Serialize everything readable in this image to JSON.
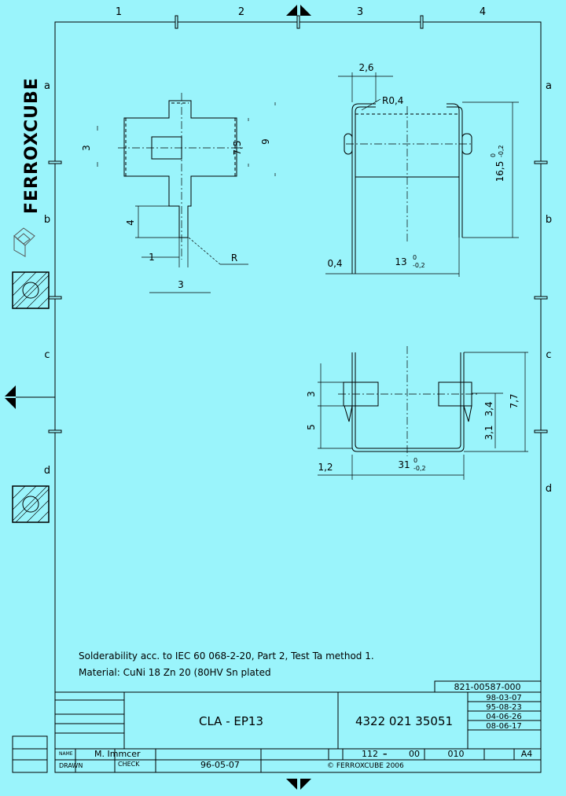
{
  "column_labels": [
    "1",
    "2",
    "3",
    "4"
  ],
  "row_labels": [
    "a",
    "b",
    "c",
    "d"
  ],
  "brand": {
    "name": "FERROXCUBE"
  },
  "top_view": {
    "dim_3_left": "3",
    "dim_7_5": "7,5",
    "dim_9": "9",
    "dim_4": "4",
    "dim_1": "1",
    "dim_3_bottom": "3",
    "radius_R": "R"
  },
  "side_view": {
    "dim_2_6": "2,6",
    "radius_r": "R0,4",
    "dim_16_height": "16,5",
    "dim_16_tol_upper": "0",
    "dim_16_tol_lower": "-0,2",
    "dim_0_4": "0,4",
    "dim_13": "13",
    "dim_13_tol_upper": "0",
    "dim_13_tol_lower": "-0,2"
  },
  "section_view": {
    "dim_3": "3",
    "dim_5": "5",
    "dim_3_4": "3,4",
    "dim_3_1": "3,1",
    "dim_7_7": "7,7",
    "dim_1_2": "1,2",
    "dim_31": "31",
    "dim_31_tol_upper": "0",
    "dim_31_tol_lower": "-0,2"
  },
  "notes": {
    "line1": "Solderability acc. to IEC 60 068-2-20, Part 2, Test Ta method 1.",
    "line2": "Material: CuNi 18 Zn 20 (80HV Sn plated"
  },
  "title_block": {
    "drawing_number": "821-00587-000",
    "revisions": [
      "98-03-07",
      "95-08-23",
      "04-06-26",
      "08-06-17"
    ],
    "title": "CLA - EP13",
    "part_number": "4322 021 35051",
    "name_label": "NAME",
    "drawn_label": "DRAWN",
    "drawn_name": "M. Immcer",
    "check_label": "CHECK",
    "date": "96-05-07",
    "sheet_code": "112",
    "sheet_code2": "00",
    "scale": "010",
    "format": "A4",
    "copyright": "© FERROXCUBE 2006"
  }
}
